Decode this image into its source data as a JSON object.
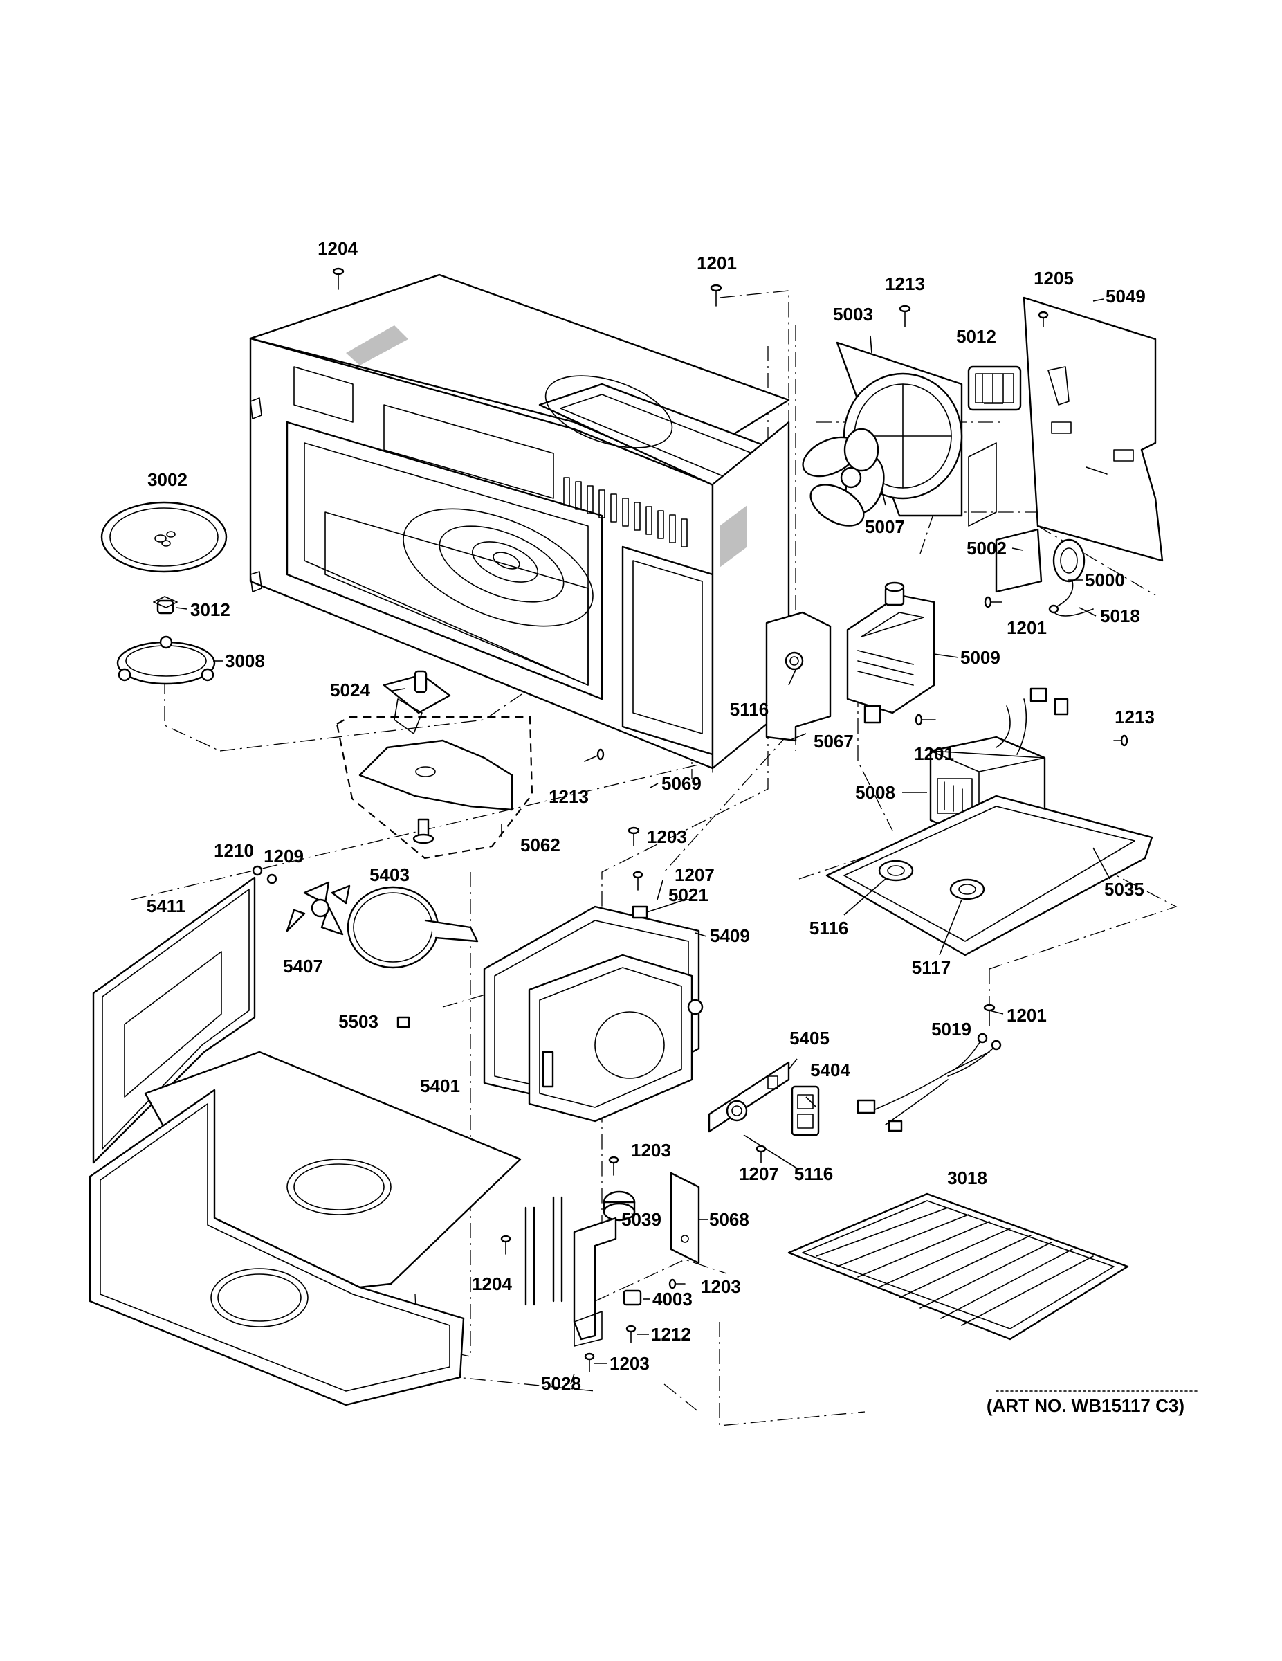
{
  "art_number": "(ART NO. WB15117 C3)",
  "callouts": [
    {
      "id": "c-1204-top",
      "text": "1204"
    },
    {
      "id": "c-1201-top",
      "text": "1201"
    },
    {
      "id": "c-1213-top",
      "text": "1213"
    },
    {
      "id": "c-1205",
      "text": "1205"
    },
    {
      "id": "c-5049",
      "text": "5049"
    },
    {
      "id": "c-5003",
      "text": "5003"
    },
    {
      "id": "c-5012",
      "text": "5012"
    },
    {
      "id": "c-3002",
      "text": "3002"
    },
    {
      "id": "c-5007",
      "text": "5007"
    },
    {
      "id": "c-5002",
      "text": "5002"
    },
    {
      "id": "c-5000",
      "text": "5000"
    },
    {
      "id": "c-3012",
      "text": "3012"
    },
    {
      "id": "c-1201-fan",
      "text": "1201"
    },
    {
      "id": "c-5018",
      "text": "5018"
    },
    {
      "id": "c-3008",
      "text": "3008"
    },
    {
      "id": "c-5009",
      "text": "5009"
    },
    {
      "id": "c-5024",
      "text": "5024"
    },
    {
      "id": "c-5116-mag",
      "text": "5116"
    },
    {
      "id": "c-5067",
      "text": "5067"
    },
    {
      "id": "c-1201-mag",
      "text": "1201"
    },
    {
      "id": "c-1213-right",
      "text": "1213"
    },
    {
      "id": "c-5008",
      "text": "5008"
    },
    {
      "id": "c-1213-mid",
      "text": "1213"
    },
    {
      "id": "c-5069",
      "text": "5069"
    },
    {
      "id": "c-5062",
      "text": "5062"
    },
    {
      "id": "c-1203-a",
      "text": "1203"
    },
    {
      "id": "c-1210",
      "text": "1210"
    },
    {
      "id": "c-1209",
      "text": "1209"
    },
    {
      "id": "c-5403",
      "text": "5403"
    },
    {
      "id": "c-1207-top",
      "text": "1207"
    },
    {
      "id": "c-5411",
      "text": "5411"
    },
    {
      "id": "c-5021",
      "text": "5021"
    },
    {
      "id": "c-5035",
      "text": "5035"
    },
    {
      "id": "c-5409",
      "text": "5409"
    },
    {
      "id": "c-5116-tray",
      "text": "5116"
    },
    {
      "id": "c-5407",
      "text": "5407"
    },
    {
      "id": "c-5117",
      "text": "5117"
    },
    {
      "id": "c-1201-low",
      "text": "1201"
    },
    {
      "id": "c-5503",
      "text": "5503"
    },
    {
      "id": "c-5019",
      "text": "5019"
    },
    {
      "id": "c-5405",
      "text": "5405"
    },
    {
      "id": "c-5404",
      "text": "5404"
    },
    {
      "id": "c-5401",
      "text": "5401"
    },
    {
      "id": "c-1203-b",
      "text": "1203"
    },
    {
      "id": "c-1207-low",
      "text": "1207"
    },
    {
      "id": "c-5116-low",
      "text": "5116"
    },
    {
      "id": "c-3018",
      "text": "3018"
    },
    {
      "id": "c-5068",
      "text": "5068"
    },
    {
      "id": "c-5039",
      "text": "5039"
    },
    {
      "id": "c-1204-low",
      "text": "1204"
    },
    {
      "id": "c-1203-c",
      "text": "1203"
    },
    {
      "id": "c-4003",
      "text": "4003"
    },
    {
      "id": "c-1212",
      "text": "1212"
    },
    {
      "id": "c-1203-d",
      "text": "1203"
    },
    {
      "id": "c-5028",
      "text": "5028"
    }
  ]
}
